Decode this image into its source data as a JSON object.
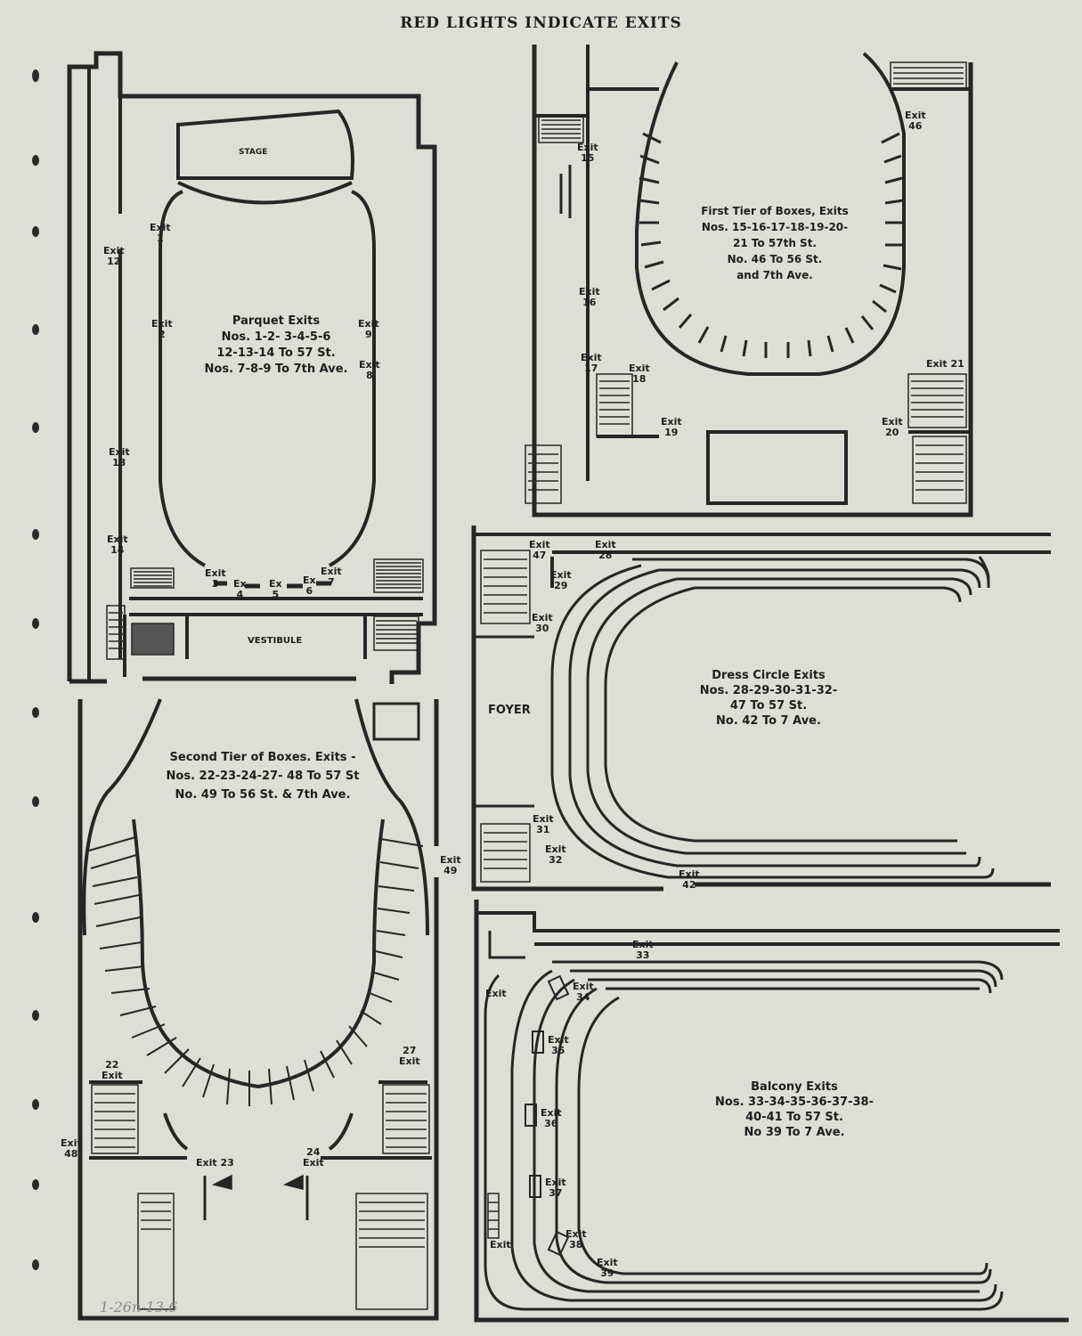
{
  "header": {
    "title": "RED LIGHTS INDICATE EXITS"
  },
  "parquet": {
    "stage_label": "STAGE",
    "vestibule_label": "VESTIBULE",
    "note": "Parquet Exits\nNos. 1-2- 3-4-5-6\n12-13-14 To 57 St.\nNos. 7-8-9 To 7th Ave.",
    "exits": {
      "e1": "Exit\n1",
      "e2": "Exit\n2",
      "e12": "Exit\n12",
      "e13": "Exit\n13",
      "e14": "Exit\n14",
      "e9": "Exit\n9",
      "e8": "Exit\n8",
      "e3": "Exit\n3",
      "e4": "Ex\n4",
      "e5": "Ex\n5",
      "e6": "Ex\n6",
      "e7": "Exit\n7"
    }
  },
  "first_tier": {
    "note": "First Tier of Boxes, Exits\nNos. 15-16-17-18-19-20-\n21 To 57th St.\nNo. 46 To 56 St.\nand 7th Ave.",
    "exits": {
      "e15": "Exit\n15",
      "e16": "Exit\n16",
      "e17": "Exit\n17",
      "e18": "Exit\n18",
      "e19": "Exit\n19",
      "e20": "Exit\n20",
      "e21": "Exit 21",
      "e46": "Exit\n46"
    }
  },
  "second_tier": {
    "note": "Second Tier of Boxes. Exits -\nNos. 22-23-24-27- 48 To 57 St\nNo. 49 To 56 St. & 7th Ave.",
    "exits": {
      "e22": "22\nExit",
      "e27": "27\nExit",
      "e48": "Exit\n48",
      "e49": "Exit\n49",
      "e23": "Exit 23",
      "e24": "24\nExit"
    }
  },
  "dress_circle": {
    "foyer_label": "FOYER",
    "note": "Dress Circle Exits\nNos. 28-29-30-31-32-\n47 To 57 St.\nNo. 42 To 7 Ave.",
    "exits": {
      "e47": "Exit\n47",
      "e28": "Exit\n28",
      "e29": "Exit\n29",
      "e30": "Exit\n30",
      "e31": "Exit\n31",
      "e32": "Exit\n32",
      "e42": "Exit\n42"
    }
  },
  "balcony": {
    "note": "Balcony Exits\nNos. 33-34-35-36-37-38-\n40-41 To 57 St.\nNo 39 To 7 Ave.",
    "exits": {
      "e33": "Exit\n33",
      "e34": "Exit\n34",
      "e35": "Exit\n35",
      "e36": "Exit\n36",
      "e37": "Exit\n37",
      "e38": "Exit\n38",
      "e39": "Exit\n39",
      "e40": "Exit",
      "e41": "Exit"
    }
  },
  "footer": {
    "handwriting": "1-26n-13.6"
  }
}
